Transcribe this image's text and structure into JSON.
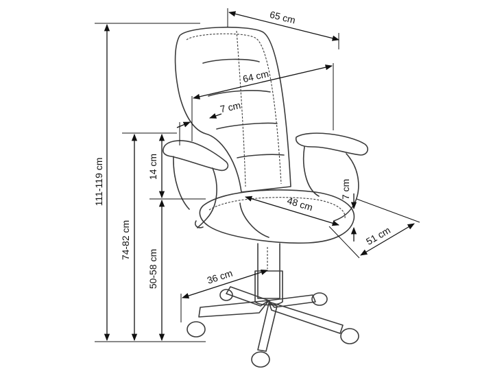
{
  "dimensions": {
    "total_height": "111-119 cm",
    "armrest_height": "74-82 cm",
    "seat_height": "50-58 cm",
    "armrest_above_seat": "14 cm",
    "backrest_depth": "65 cm",
    "backrest_width": "64 cm",
    "arm_width": "7 cm",
    "seat_width": "48 cm",
    "seat_cushion": "7 cm",
    "seat_depth": "51 cm",
    "base_radius": "36 cm"
  }
}
